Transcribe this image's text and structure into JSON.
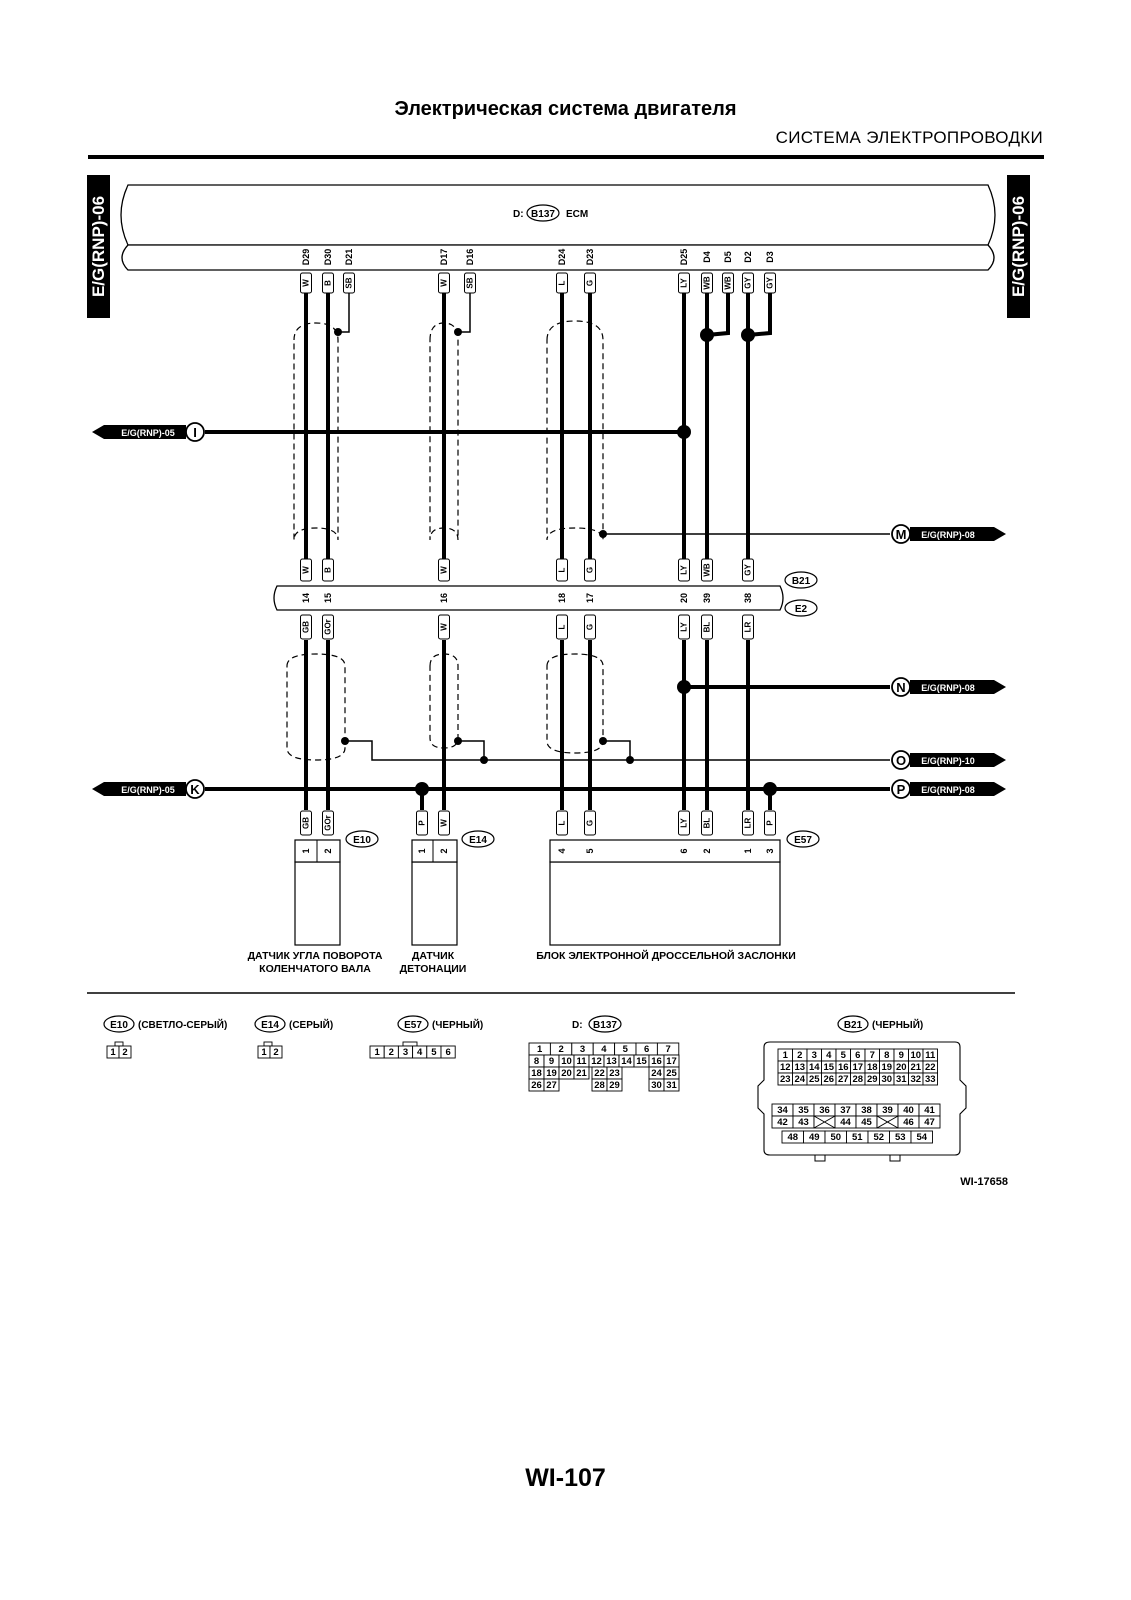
{
  "header": {
    "title": "Электрическая система двигателя",
    "subtitle": "СИСТЕМА ЭЛЕКТРОПРОВОДКИ"
  },
  "side_tabs": {
    "left": "E/G(RNP)-06",
    "right": "E/G(RNP)-06"
  },
  "ecm": {
    "prefix": "D:",
    "connector": "B137",
    "label": "ECM"
  },
  "ecm_pins": [
    {
      "pin": "D29",
      "color": "W"
    },
    {
      "pin": "D30",
      "color": "B"
    },
    {
      "pin": "D21",
      "color": "SB"
    },
    {
      "pin": "D17",
      "color": "W"
    },
    {
      "pin": "D16",
      "color": "SB"
    },
    {
      "pin": "D24",
      "color": "L"
    },
    {
      "pin": "D23",
      "color": "G"
    },
    {
      "pin": "D25",
      "color": "LY"
    },
    {
      "pin": "D4",
      "color": "WB"
    },
    {
      "pin": "D5",
      "color": "WB"
    },
    {
      "pin": "D2",
      "color": "GY"
    },
    {
      "pin": "D3",
      "color": "GY"
    }
  ],
  "mid_connector": {
    "upper": "B21",
    "lower": "E2",
    "upper_colors": [
      "W",
      "B",
      "W",
      "L",
      "G",
      "LY",
      "WB",
      "GY"
    ],
    "pins": [
      "14",
      "15",
      "16",
      "18",
      "17",
      "20",
      "39",
      "38"
    ],
    "lower_colors": [
      "GB",
      "GOr",
      "W",
      "L",
      "G",
      "LY",
      "BL",
      "LR"
    ]
  },
  "refs": {
    "I": {
      "letter": "I",
      "label": "E/G(RNP)-05"
    },
    "K": {
      "letter": "K",
      "label": "E/G(RNP)-05"
    },
    "M": {
      "letter": "M",
      "label": "E/G(RNP)-08"
    },
    "N": {
      "letter": "N",
      "label": "E/G(RNP)-08"
    },
    "O": {
      "letter": "O",
      "label": "E/G(RNP)-10"
    },
    "P": {
      "letter": "P",
      "label": "E/G(RNP)-08"
    }
  },
  "bottom_colors": [
    "GB",
    "GOr",
    "P",
    "W",
    "L",
    "G",
    "LY",
    "BL",
    "LR",
    "P"
  ],
  "components": {
    "e10": {
      "connector": "E10",
      "pins": [
        "1",
        "2"
      ],
      "name_line1": "ДАТЧИК УГЛА ПОВОРОТА",
      "name_line2": "КОЛЕНЧАТОГО ВАЛА"
    },
    "e14": {
      "connector": "E14",
      "pins": [
        "1",
        "2"
      ],
      "name_line1": "ДАТЧИК",
      "name_line2": "ДЕТОНАЦИИ"
    },
    "e57": {
      "connector": "E57",
      "pins": [
        "4",
        "5",
        "6",
        "2",
        "1",
        "3"
      ],
      "name_line1": "БЛОК ЭЛЕКТРОННОЙ ДРОССЕЛЬНОЙ ЗАСЛОНКИ"
    }
  },
  "legend": {
    "e10": {
      "connector": "E10",
      "color": "(СВЕТЛО-СЕРЫЙ)",
      "cells": [
        "1",
        "2"
      ]
    },
    "e14": {
      "connector": "E14",
      "color": "(СЕРЫЙ)",
      "cells": [
        "1",
        "2"
      ]
    },
    "e57": {
      "connector": "E57",
      "color": "(ЧЕРНЫЙ)",
      "cells": [
        "1",
        "2",
        "3",
        "4",
        "5",
        "6"
      ]
    },
    "b137": {
      "prefix": "D:",
      "connector": "B137",
      "row1": [
        "1",
        "2",
        "3",
        "4",
        "5",
        "6",
        "7"
      ],
      "row2": [
        "8",
        "9",
        "10",
        "11",
        "12",
        "13",
        "14",
        "15",
        "16",
        "17"
      ],
      "row3": [
        "18",
        "19",
        "20",
        "21",
        "22",
        "23",
        "24",
        "25"
      ],
      "row4": [
        "26",
        "27",
        "28",
        "29",
        "30",
        "31"
      ]
    },
    "b21": {
      "connector": "B21",
      "color": "(ЧЕРНЫЙ)",
      "row1": [
        "1",
        "2",
        "3",
        "4",
        "5",
        "6",
        "7",
        "8",
        "9",
        "10",
        "11"
      ],
      "row2": [
        "12",
        "13",
        "14",
        "15",
        "16",
        "17",
        "18",
        "19",
        "20",
        "21",
        "22"
      ],
      "row3": [
        "23",
        "24",
        "25",
        "26",
        "27",
        "28",
        "29",
        "30",
        "31",
        "32",
        "33"
      ],
      "row4": [
        "34",
        "35",
        "36",
        "37",
        "38",
        "39",
        "40",
        "41"
      ],
      "row5": [
        "42",
        "43",
        "44",
        "45",
        "46",
        "47"
      ],
      "row6": [
        "48",
        "49",
        "50",
        "51",
        "52",
        "53",
        "54"
      ]
    }
  },
  "figure_id": "WI-17658",
  "page_number": "WI-107"
}
